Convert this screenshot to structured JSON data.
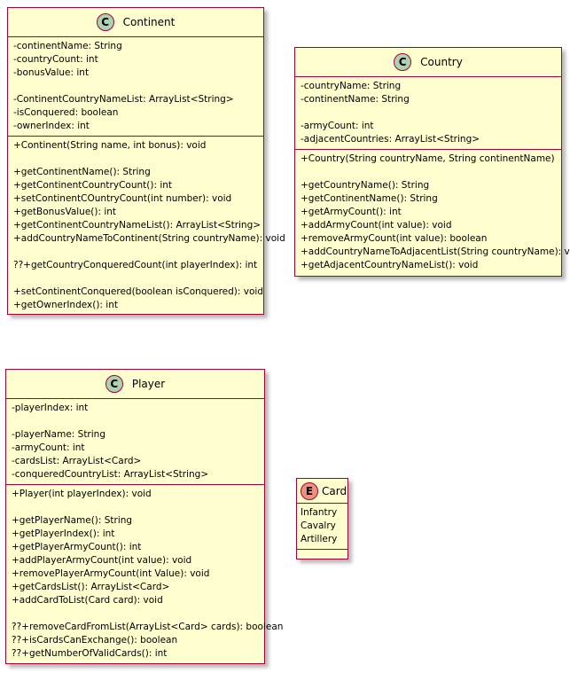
{
  "continent": {
    "badge": "C",
    "name": "Continent",
    "fields": [
      "-continentName: String",
      "-countryCount: int",
      "-bonusValue: int",
      "",
      "-ContinentCountryNameList: ArrayList<String>",
      "-isConquered: boolean",
      "-ownerIndex: int"
    ],
    "methods": [
      "+Continent(String name, int bonus): void",
      "",
      "+getContinentName(): String",
      "+getContinentCountryCount(): int",
      "+setContinentCOuntryCount(int number): void",
      "+getBonusValue(): int",
      "+getContinentCountryNameList(): ArrayList<String>",
      "+addCountryNameToContinent(String countryName): void",
      "",
      "??+getCountryConqueredCount(int playerIndex): int",
      "",
      "+setContinentConquered(boolean isConquered): void",
      "+getOwnerIndex(): int"
    ]
  },
  "country": {
    "badge": "C",
    "name": "Country",
    "fields": [
      "-countryName: String",
      "-continentName: String",
      "",
      "-armyCount: int",
      "-adjacentCountries: ArrayList<String>"
    ],
    "methods": [
      "+Country(String countryName, String continentName)",
      "",
      "+getCountryName(): String",
      "+getContinentName(): String",
      "+getArmyCount(): int",
      "+addArmyCount(int value): void",
      "+removeArmyCount(int value): boolean",
      "+addCountryNameToAdjacentList(String countryName): void",
      "+getAdjacentCountryNameList(): void"
    ]
  },
  "player": {
    "badge": "C",
    "name": "Player",
    "fields": [
      "-playerIndex: int",
      "",
      "-playerName: String",
      "-armyCount: int",
      "-cardsList: ArrayList<Card>",
      "-conqueredCountryList: ArrayList<String>"
    ],
    "methods": [
      "+Player(int playerIndex): void",
      "",
      "+getPlayerName(): String",
      "+getPlayerIndex(): int",
      "+getPlayerArmyCount(): int",
      "+addPlayerArmyCount(int value): void",
      "+removePlayerArmyCount(int Value): void",
      "+getCardsList(): ArrayList<Card>",
      "+addCardToList(Card card): void",
      "",
      "??+removeCardFromList(ArrayList<Card> cards): boolean",
      "??+isCardsCanExchange(): boolean",
      "??+getNumberOfValidCards(): int"
    ]
  },
  "card": {
    "badge": "E",
    "name": "Card",
    "fields": [
      "Infantry",
      "Cavalry",
      "Artillery"
    ],
    "methods": []
  }
}
